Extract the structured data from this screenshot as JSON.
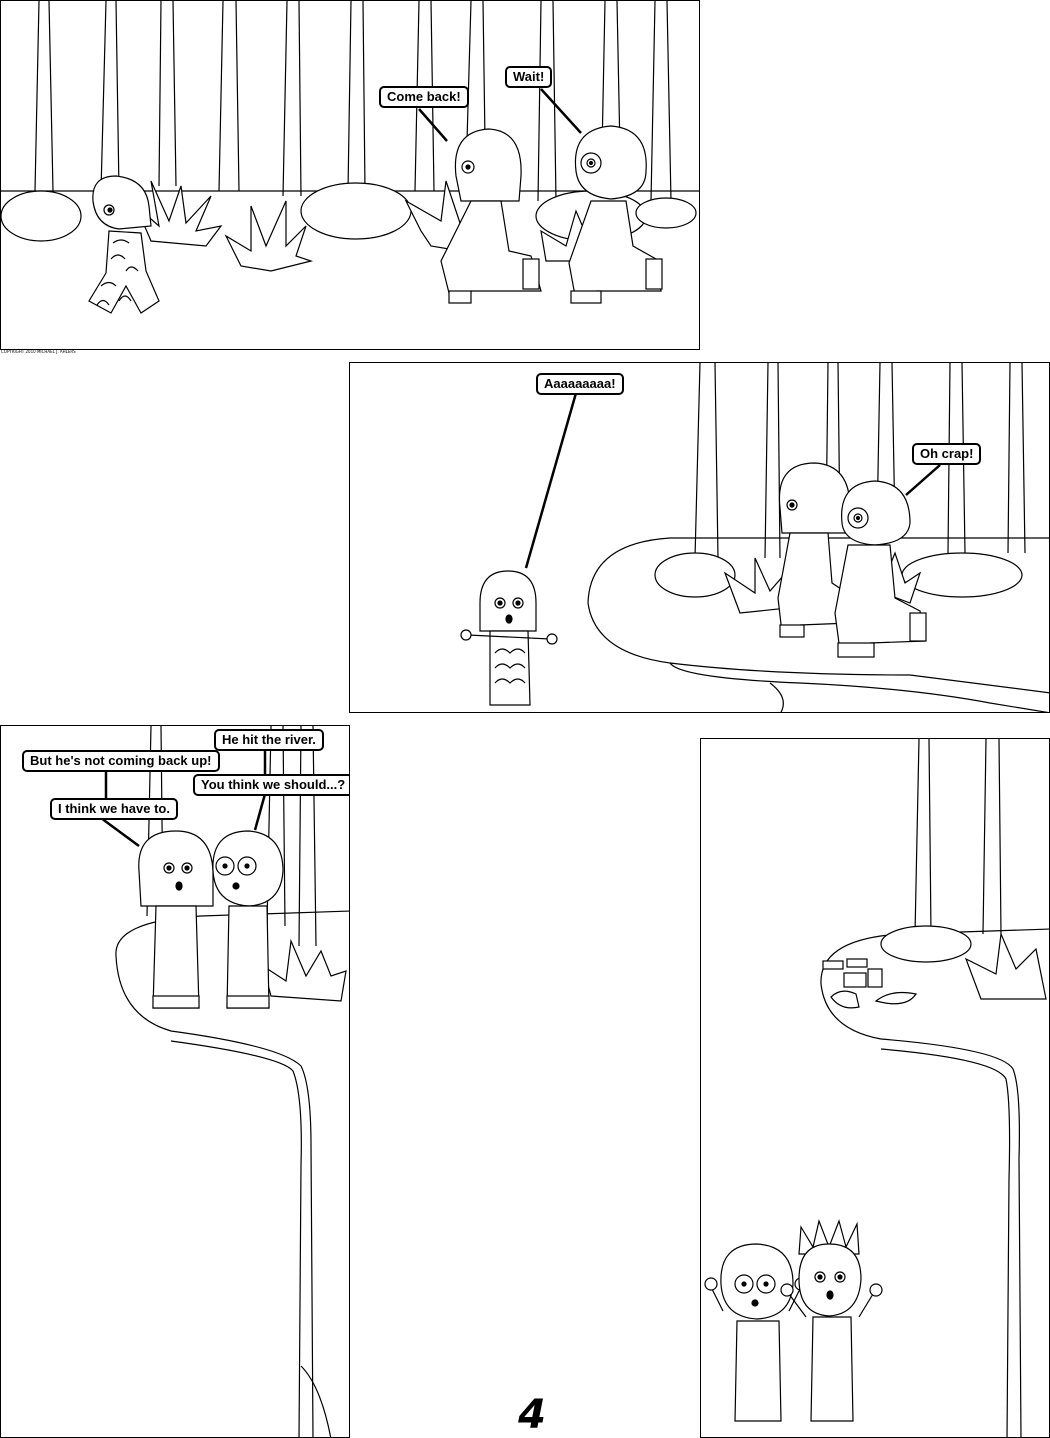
{
  "page": {
    "number": "4",
    "copyright": "COPYRIGHT 2010 MICHAEL J. AHLERS"
  },
  "panels": [
    {
      "bubbles": [
        "Come back!",
        "Wait!"
      ]
    },
    {
      "bubbles": [
        "Aaaaaaaaa!",
        "Oh crap!"
      ]
    },
    {
      "bubbles": [
        "He hit the river.",
        "But he's not coming back up!",
        "You think we should...?",
        "I think we have to."
      ]
    },
    {
      "bubbles": []
    }
  ]
}
